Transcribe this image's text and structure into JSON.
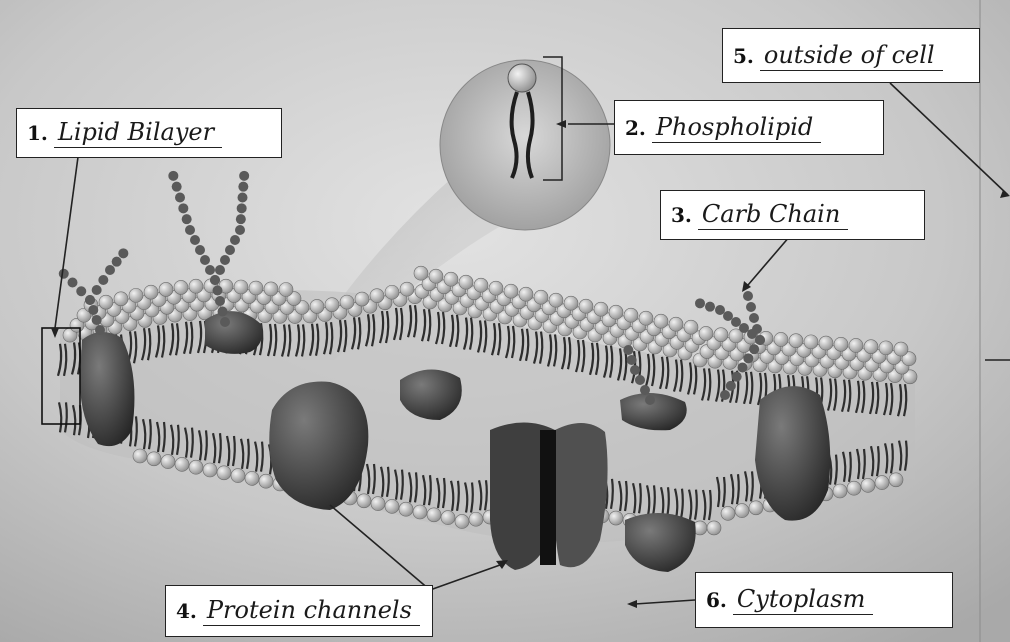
{
  "labels": [
    {
      "number": "1.",
      "answer": "Lipid Bilayer"
    },
    {
      "number": "2.",
      "answer": "Phospholipid"
    },
    {
      "number": "3.",
      "answer": "Carb Chain"
    },
    {
      "number": "4.",
      "answer": "Protein channels"
    },
    {
      "number": "5.",
      "answer": "outside of cell"
    },
    {
      "number": "6.",
      "answer": "Cytoplasm"
    }
  ],
  "colors": {
    "background": "#cfcfcf",
    "head_light": "#e6e6e6",
    "head_dark": "#9a9a9a",
    "protein": "#4a4a4a",
    "carb_chain": "#5a5a5a"
  }
}
